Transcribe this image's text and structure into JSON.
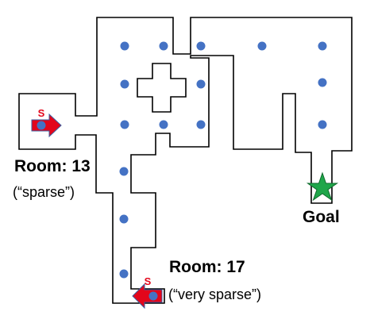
{
  "diagram": {
    "rooms": [
      {
        "title": "Room: 13",
        "subtitle": "(“sparse”)"
      },
      {
        "title": "Room: 17",
        "subtitle": "(“very sparse”)"
      }
    ],
    "goal_label": "Goal",
    "start_marker": "S"
  },
  "colors": {
    "wall": "#000000",
    "floor": "#ffffff",
    "dot": "#4472C4",
    "arrow": "#E3061B",
    "star": "#1FA64A"
  }
}
